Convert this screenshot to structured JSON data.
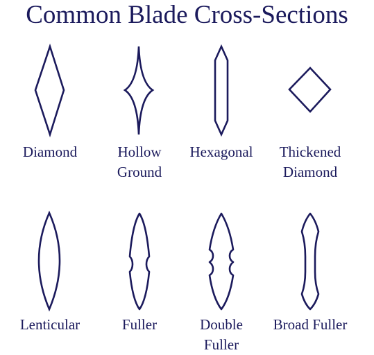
{
  "title": "Common Blade Cross-Sections",
  "colors": {
    "ink": "#1b1a5c",
    "background": "#ffffff"
  },
  "sections": [
    {
      "id": "diamond",
      "label_lines": [
        "Diamond"
      ]
    },
    {
      "id": "hollow-ground",
      "label_lines": [
        "Hollow",
        "Ground"
      ]
    },
    {
      "id": "hexagonal",
      "label_lines": [
        "Hexagonal"
      ]
    },
    {
      "id": "thickened-diamond",
      "label_lines": [
        "Thickened",
        "Diamond"
      ]
    },
    {
      "id": "lenticular",
      "label_lines": [
        "Lenticular"
      ]
    },
    {
      "id": "fuller",
      "label_lines": [
        "Fuller"
      ]
    },
    {
      "id": "double-fuller",
      "label_lines": [
        "Double",
        "Fuller"
      ]
    },
    {
      "id": "broad-fuller",
      "label_lines": [
        "Broad Fuller"
      ]
    }
  ]
}
